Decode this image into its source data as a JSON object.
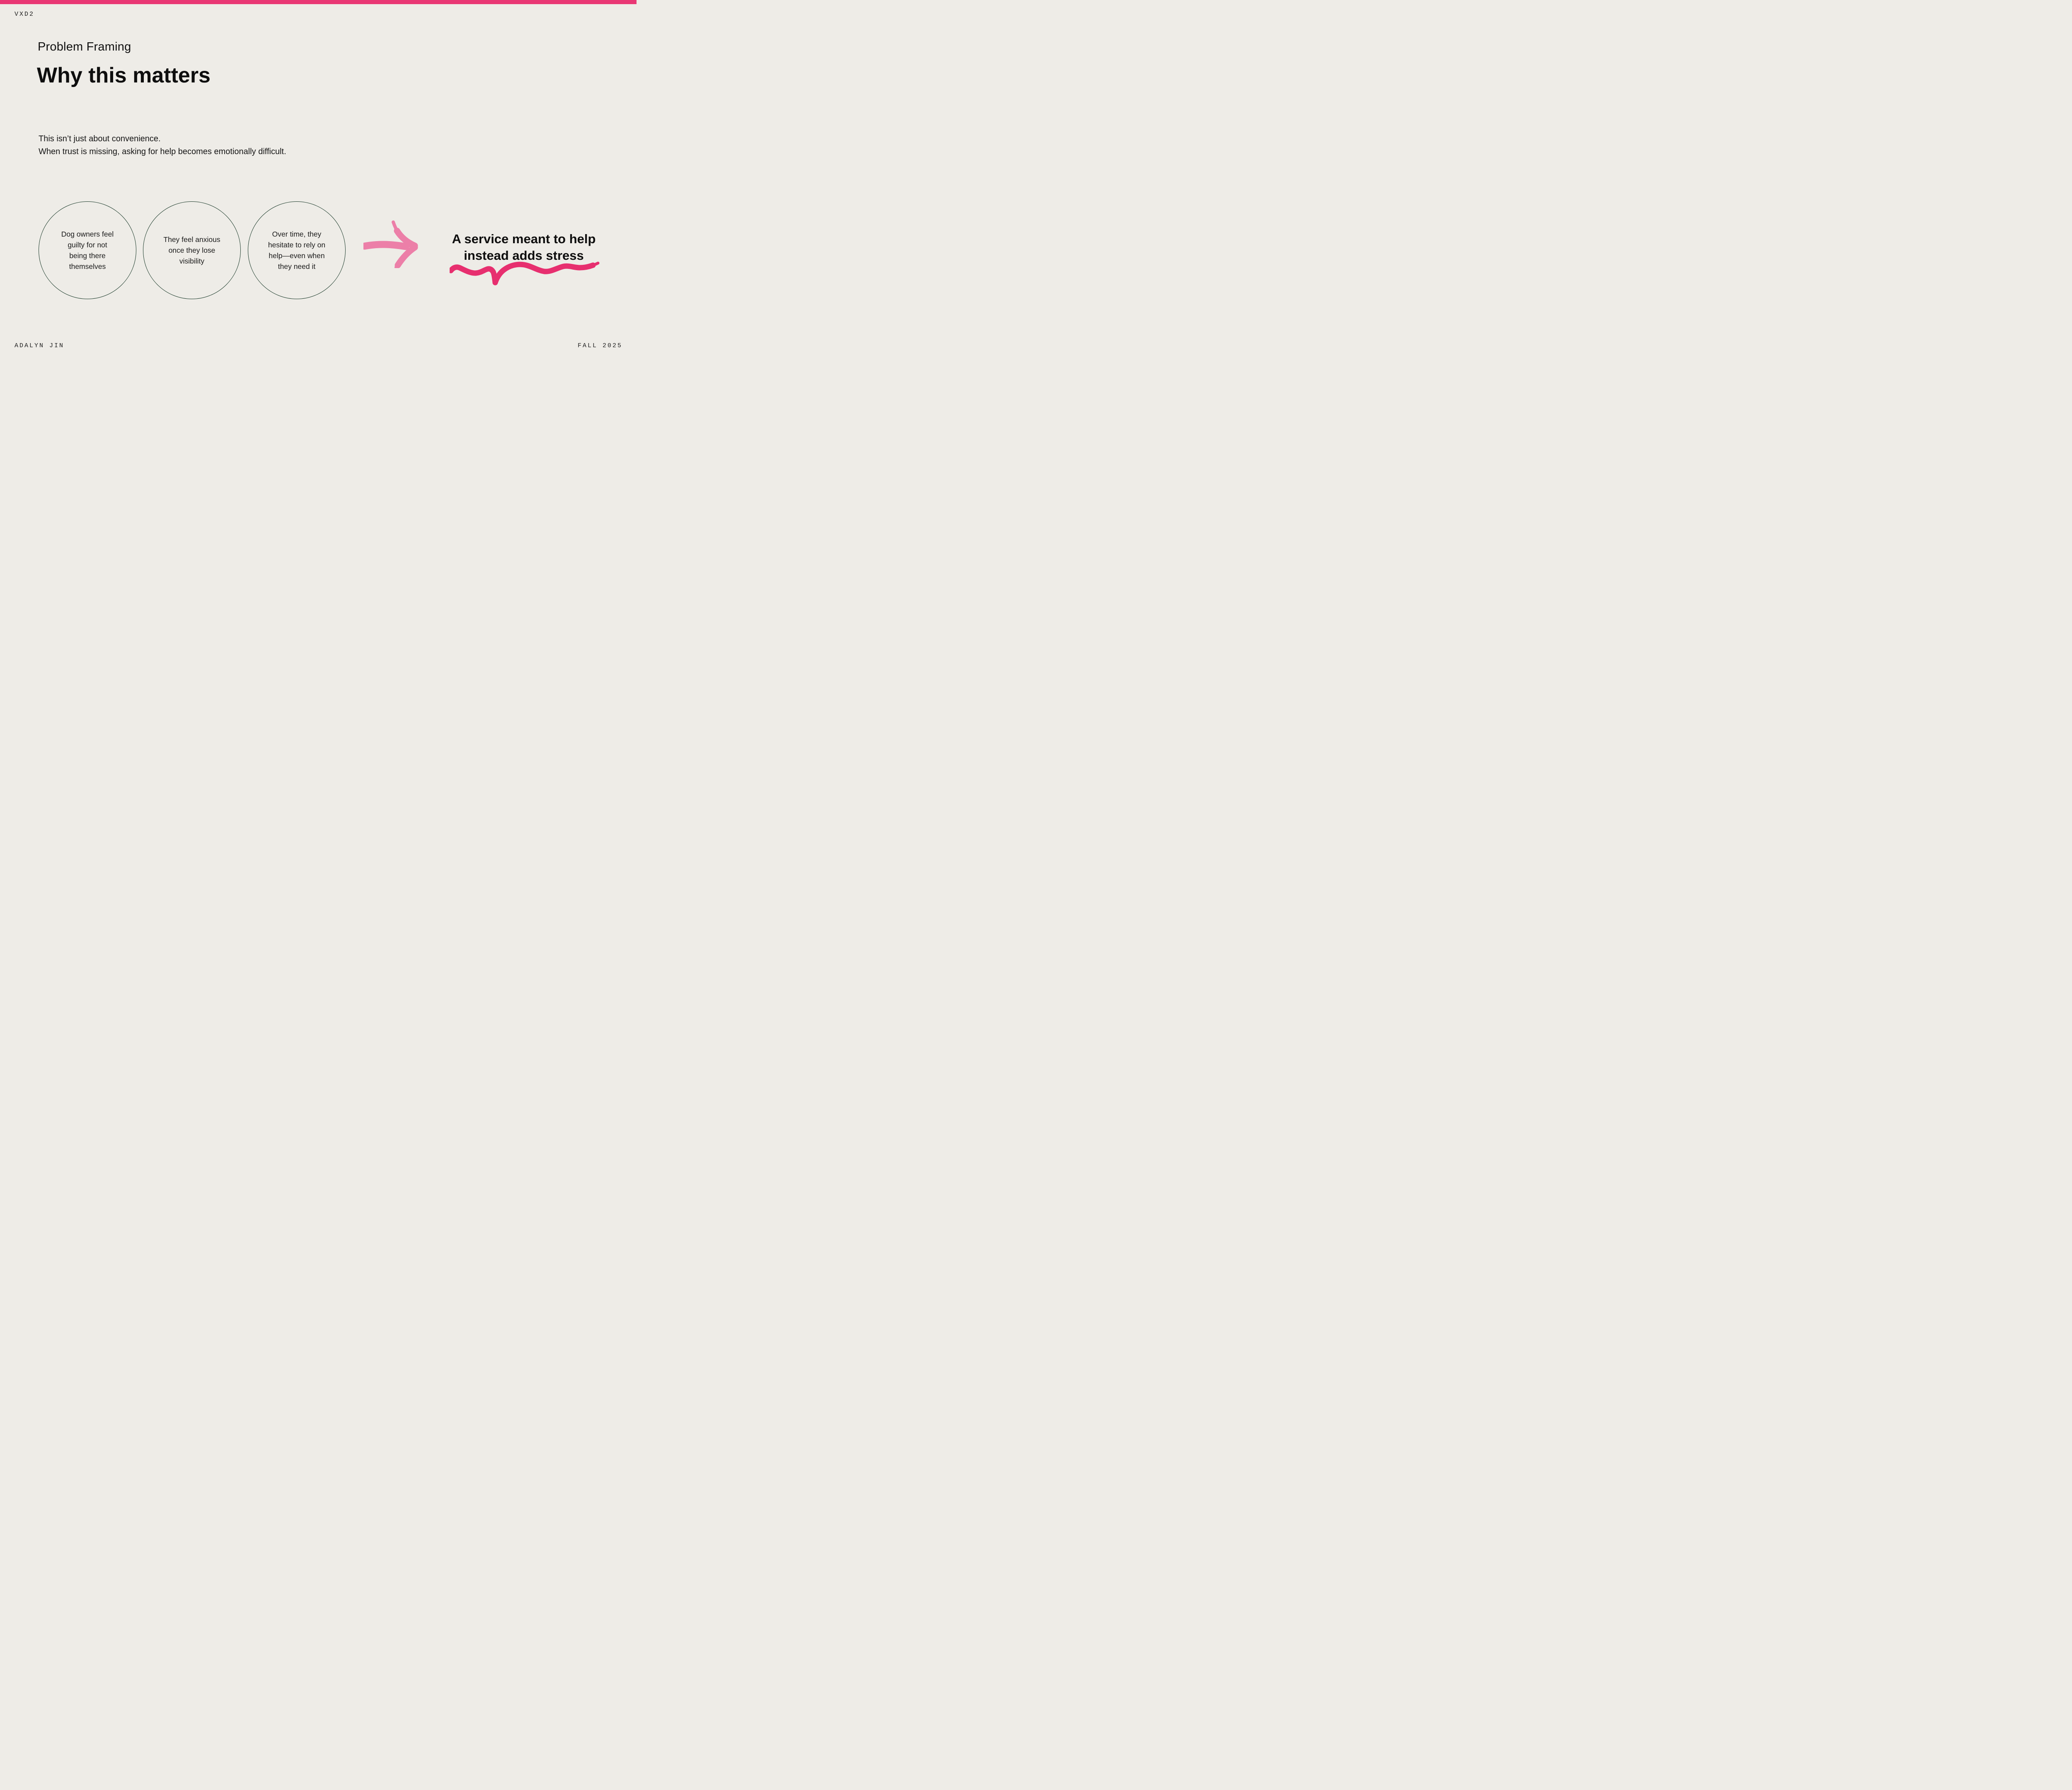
{
  "colors": {
    "background": "#EEECE7",
    "accent-bar": "#E93774",
    "arrow-pink": "#EC7FA8",
    "squiggle-pink": "#E72F6F",
    "ink": "#141414",
    "circle-stroke": "#1B3A2A"
  },
  "meta": {
    "course_code": "VXD2",
    "author": "ADALYN JIN",
    "term": "FALL 2025"
  },
  "header": {
    "eyebrow": "Problem Framing",
    "title": "Why this matters"
  },
  "intro": {
    "lines": [
      "This isn’t just about convenience.",
      "When trust is missing, asking for help becomes emotionally difficult."
    ]
  },
  "circles": [
    {
      "text": "Dog owners feel guilty for not being there themselves",
      "lines": [
        "Dog owners feel",
        "guilty for not",
        "being there",
        "themselves"
      ]
    },
    {
      "text": "They feel anxious once they lose visibility",
      "lines": [
        "They feel anxious",
        "once they lose",
        "visibility"
      ]
    },
    {
      "text": "Over time, they hesitate to rely on help—even when they need it",
      "lines": [
        "Over time, they",
        "hesitate to rely on",
        "help—even when",
        "they need it"
      ]
    }
  ],
  "conclusion": {
    "lines": [
      "A service meant to help",
      "instead adds stress"
    ]
  }
}
